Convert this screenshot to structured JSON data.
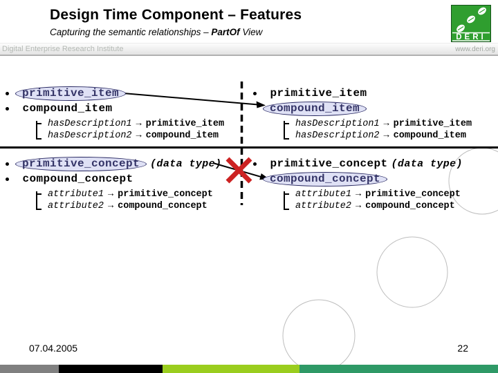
{
  "slide": {
    "title": "Design Time Component – Features",
    "subtitle": {
      "prefix": "Capturing the semantic relationships – ",
      "bold": "PartOf",
      "suffix": " View"
    },
    "band": {
      "left": "Digital Enterprise Research Institute",
      "right": "www.deri.org"
    },
    "logo": {
      "text": "DERI"
    }
  },
  "items": {
    "left_top": {
      "item1": "primitive_item",
      "item2": "compound_item",
      "subs": [
        {
          "prop": "hasDescription1",
          "arrow": "→",
          "value": "primitive_item"
        },
        {
          "prop": "hasDescription2",
          "arrow": "→",
          "value": "compound_item"
        }
      ]
    },
    "right_top": {
      "item1": "primitive_item",
      "item2": "compound_item",
      "subs": [
        {
          "prop": "hasDescription1",
          "arrow": "→",
          "value": "primitive_item"
        },
        {
          "prop": "hasDescription2",
          "arrow": "→",
          "value": "compound_item"
        }
      ]
    },
    "left_bottom": {
      "item1": "primitive_concept",
      "item1_suffix": "(data type)",
      "item2": "compound_concept",
      "subs": [
        {
          "prop": "attribute1",
          "arrow": "→",
          "value": "primitive_concept"
        },
        {
          "prop": "attribute2",
          "arrow": "→",
          "value": "compound_concept"
        }
      ]
    },
    "right_bottom": {
      "item1": "primitive_concept",
      "item1_suffix": "(data type)",
      "item2": "compound_concept",
      "subs": [
        {
          "prop": "attribute1",
          "arrow": "→",
          "value": "primitive_concept"
        },
        {
          "prop": "attribute2",
          "arrow": "→",
          "value": "compound_concept"
        }
      ]
    }
  },
  "footer": {
    "date": "07.04.2005",
    "page": "22"
  },
  "colors": {
    "oval_fill": "#dfe1f5",
    "oval_border": "#23235e",
    "oval_text": "#333366",
    "red_x": "#cc2222",
    "logo_green": "#2f9e2f",
    "bar_gray": "#808080",
    "bar_black": "#000000",
    "bar_lime": "#9acd1e",
    "bar_teal": "#2e9966"
  }
}
